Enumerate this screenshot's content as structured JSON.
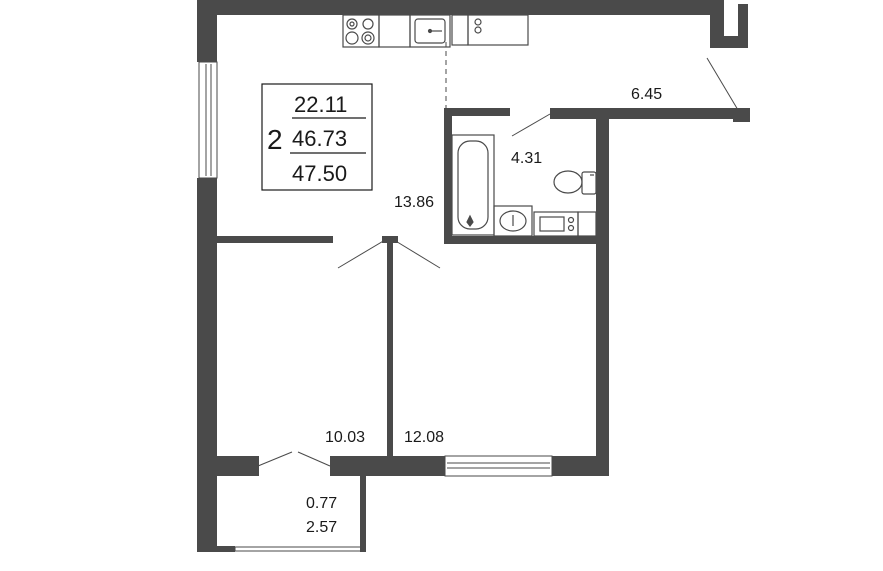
{
  "apartment": {
    "rooms_count": "2",
    "living_area": "22.11",
    "total_area": "46.73",
    "total_area_with_balcony": "47.50"
  },
  "rooms": {
    "kitchen_living": "13.86",
    "bathroom": "4.31",
    "hallway": "6.45",
    "bedroom_left": "10.03",
    "bedroom_right": "12.08",
    "balcony_reduced": "0.77",
    "balcony_full": "2.57"
  },
  "colors": {
    "wall": "#4a4a4a",
    "text": "#1a1a1a",
    "background": "#ffffff"
  }
}
